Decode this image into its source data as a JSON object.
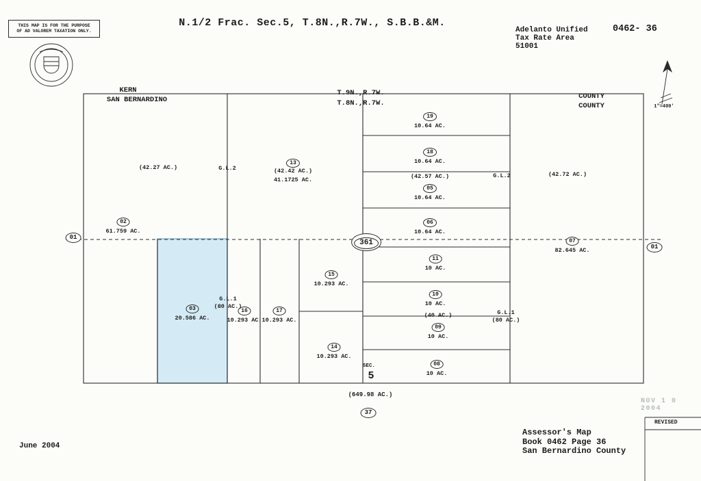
{
  "header": {
    "disclaimer_line1": "THIS MAP IS FOR THE PURPOSE",
    "disclaimer_line2": "OF AD VALOREM TAXATION ONLY.",
    "title": "N.1/2 Frac. Sec.5, T.8N.,R.7W., S.B.B.&M.",
    "tax_district": "Adelanto Unified",
    "tax_area_label": "Tax Rate Area",
    "tax_area_code": "51001",
    "page_code": "0462- 36",
    "scale": "1\"=400'"
  },
  "map": {
    "highlight_color": "#bfe2f2",
    "boundary_labels": {
      "county_left_top": "KERN",
      "county_left_bottom": "SAN BERNARDINO",
      "township_top": "T.9N.,R.7W.",
      "township_bottom": "T.8N.,R.7W.",
      "county_right_top": "COUNTY",
      "county_right_bottom": "COUNTY"
    },
    "markers": {
      "left_road": "01",
      "right_road": "01",
      "center_ref": "361",
      "bottom_ref": "37"
    },
    "section": {
      "label": "SEC.",
      "number": "5",
      "total_acreage": "(649.98 AC.)"
    },
    "gov_lots": {
      "gl2_left": "G.L.2",
      "gl2_right": "G.L.2",
      "gl1_left": "G.L.1",
      "gl1_left_acres": "(80 AC.)",
      "gl1_right": "G.L.1",
      "gl1_right_acres": "(80 AC.)"
    },
    "parcels": [
      {
        "num": "02",
        "acres": "61.759 AC.",
        "gross": "(42.27 AC.)"
      },
      {
        "num": "13",
        "gross": "(42.42 AC.)",
        "acres": "41.1725 AC."
      },
      {
        "num": "19",
        "acres": "10.64 AC."
      },
      {
        "num": "18",
        "acres": "10.64 AC."
      },
      {
        "num": "05",
        "acres": "10.64 AC.",
        "gross": "(42.57 AC.)"
      },
      {
        "num": "06",
        "acres": "10.64 AC."
      },
      {
        "num": "11",
        "acres": "10 AC."
      },
      {
        "num": "10",
        "acres": "10 AC."
      },
      {
        "num": "09",
        "acres": "10 AC.",
        "gross": "(40 AC.)"
      },
      {
        "num": "08",
        "acres": "10 AC."
      },
      {
        "num": "07",
        "acres": "82.645 AC.",
        "gross": "(42.72 AC.)"
      },
      {
        "num": "03",
        "acres": "20.586 AC."
      },
      {
        "num": "16",
        "acres": "10.293 AC."
      },
      {
        "num": "17",
        "acres": "10.293 AC."
      },
      {
        "num": "15",
        "acres": "10.293 AC."
      },
      {
        "num": "14",
        "acres": "10.293 AC."
      }
    ]
  },
  "footer": {
    "date": "June 2004",
    "attribution_line1": "Assessor's Map",
    "attribution_line2": "Book 0462 Page 36",
    "attribution_line3": "San Bernardino County",
    "revised_label": "REVISED",
    "stamp": "NOV 1 0 2004"
  }
}
